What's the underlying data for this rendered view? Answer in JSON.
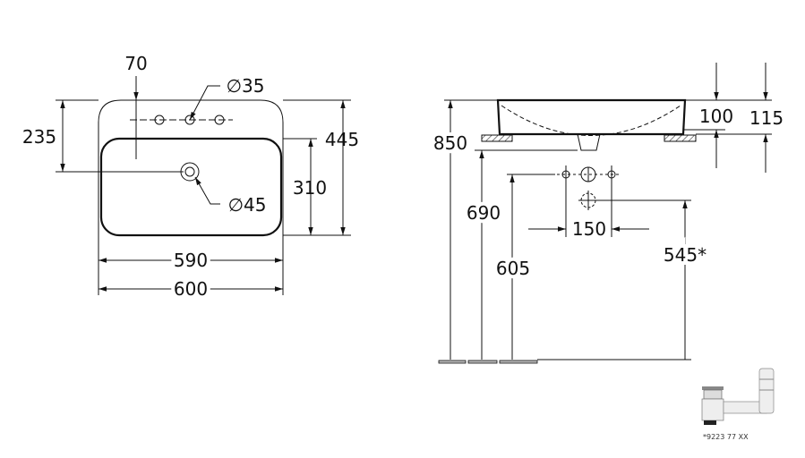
{
  "top_view": {
    "dims": {
      "tap_offset": "70",
      "tap_hole": "∅35",
      "drain_hole": "∅45",
      "depth_to_drain": "235",
      "outer_depth": "445",
      "bowl_depth": "310",
      "bowl_width": "590",
      "outer_width": "600"
    }
  },
  "side_view": {
    "dims": {
      "top_height": "850",
      "counter_height": "690",
      "supply_height": "605",
      "waste_height": "545*",
      "tap_spacing": "150",
      "above_counter": "100",
      "total_height": "115"
    }
  },
  "siphon": {
    "code": "*9223 77 XX"
  }
}
